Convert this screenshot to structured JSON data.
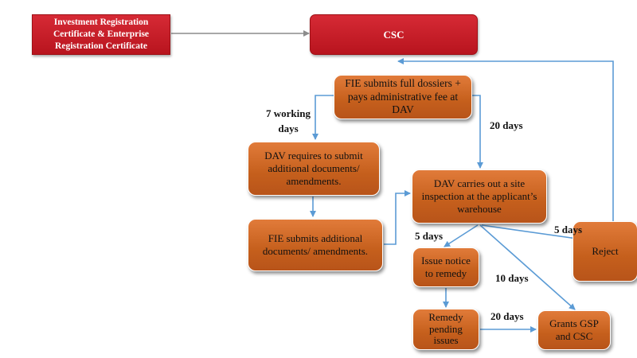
{
  "nodes": {
    "ircerc": "Investment Registration Certificate & Enterprise Registration Certificate",
    "csc": "CSC",
    "fie_submit": "FIE submits full dossiers + pays administrative fee at DAV",
    "dav_require": "DAV requires to submit additional documents/ amendments.",
    "fie_additional": "FIE submits additional documents/ amendments.",
    "site_inspection": "DAV carries out a site inspection at the applicant’s warehouse",
    "issue_notice": "Issue notice to remedy",
    "remedy": "Remedy pending issues",
    "grants": "Grants GSP and CSC",
    "reject": "Reject"
  },
  "labels": {
    "seven_working_days": "7 working days",
    "twenty_days_a": "20 days",
    "five_days_a": "5 days",
    "five_days_b": "5 days",
    "ten_days": "10 days",
    "twenty_days_b": "20 days"
  },
  "colors": {
    "red_box": "#c41f28",
    "orange_box": "#c96220",
    "arrow": "#5b9bd5",
    "gray_arrow": "#8c8c8c"
  }
}
